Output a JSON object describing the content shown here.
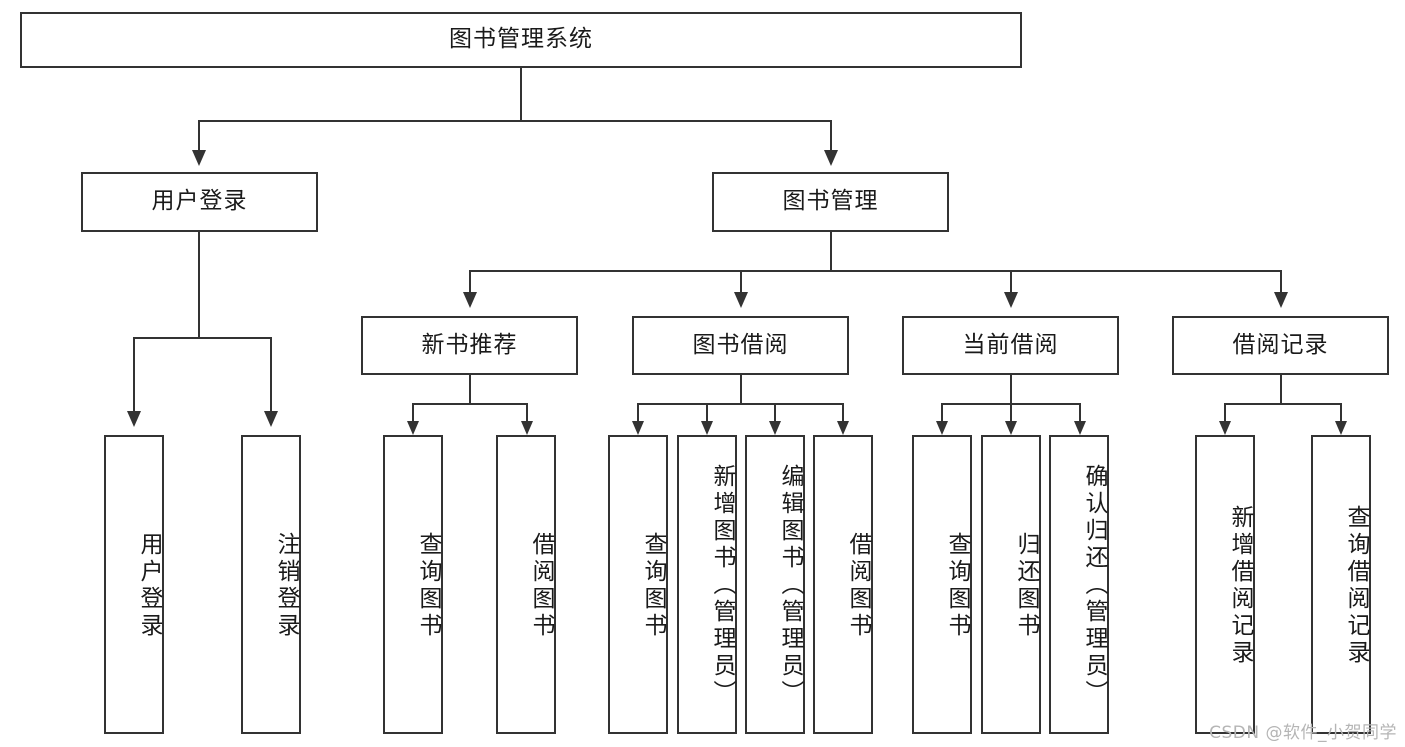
{
  "diagram": {
    "title": "图书管理系统",
    "type": "tree",
    "watermark": "CSDN @软件_小贺同学",
    "colors": {
      "box_border": "#333333",
      "box_fill": "#ffffff",
      "text": "#1a1a1a",
      "line": "#333333",
      "watermark": "#b5b5b5",
      "background": "#ffffff"
    },
    "root": {
      "label": "图书管理系统"
    },
    "level2": [
      {
        "label": "用户登录"
      },
      {
        "label": "图书管理"
      }
    ],
    "level3": [
      {
        "label": "新书推荐"
      },
      {
        "label": "图书借阅"
      },
      {
        "label": "当前借阅"
      },
      {
        "label": "借阅记录"
      }
    ],
    "leaves": {
      "user_login": [
        {
          "label": "用户登录"
        },
        {
          "label": "注销登录"
        }
      ],
      "new_book_rec": [
        {
          "label": "查询图书"
        },
        {
          "label": "借阅图书"
        }
      ],
      "book_borrow": [
        {
          "label": "查询图书"
        },
        {
          "label": "新增图书（管理员）"
        },
        {
          "label": "编辑图书（管理员）"
        },
        {
          "label": "借阅图书"
        }
      ],
      "current_borrow": [
        {
          "label": "查询图书"
        },
        {
          "label": "归还图书"
        },
        {
          "label": "确认归还（管理员）"
        }
      ],
      "borrow_record": [
        {
          "label": "新增借阅记录"
        },
        {
          "label": "查询借阅记录"
        }
      ]
    }
  }
}
